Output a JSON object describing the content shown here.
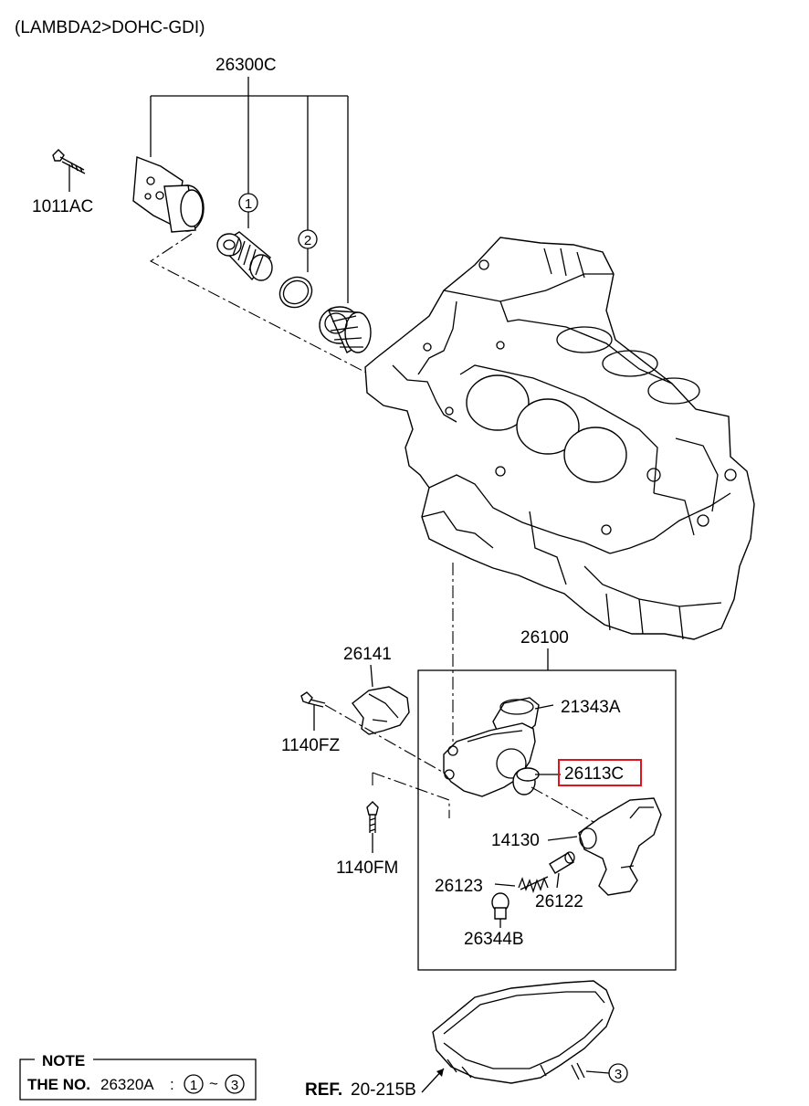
{
  "header": {
    "engine": "(LAMBDA2>DOHC-GDI)"
  },
  "parts": {
    "p26300C": "26300C",
    "p1011AC": "1011AC",
    "p26141": "26141",
    "p1140FZ": "1140FZ",
    "p1140FM": "1140FM",
    "p26100": "26100",
    "p21343A": "21343A",
    "p26113C": "26113C",
    "p14130": "14130",
    "p26123": "26123",
    "p26122": "26122",
    "p26344B": "26344B",
    "ref": "REF.",
    "ref_no": "20-215B"
  },
  "callouts": {
    "c1": "1",
    "c2": "2",
    "c3": "3"
  },
  "note": {
    "title": "NOTE",
    "line_prefix": "THE NO.",
    "part": "26320A",
    "colon": ":",
    "from": "1",
    "tilde": "~",
    "to": "3"
  },
  "highlight_color": "#e0141e"
}
